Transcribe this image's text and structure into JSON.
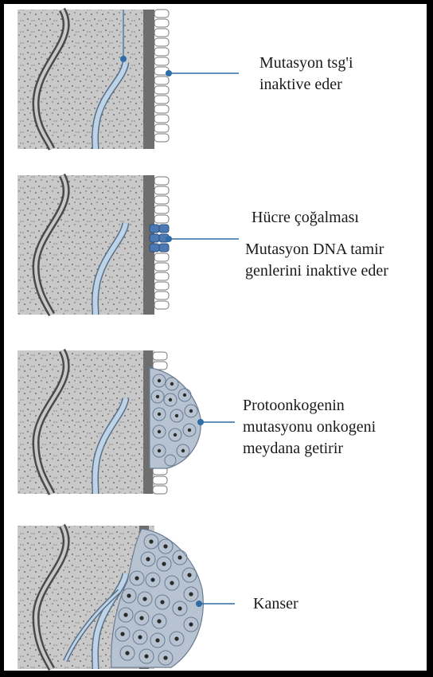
{
  "panels": [
    {
      "id": "stage-1",
      "lines": [
        "Mutasyon tsg'i",
        "inaktive eder"
      ]
    },
    {
      "id": "stage-2",
      "heading": "Hücre çoğalması",
      "lines": [
        "Mutasyon DNA tamir",
        "genlerini inaktive eder"
      ]
    },
    {
      "id": "stage-3",
      "lines": [
        "Protoonkogenin",
        "mutasyonu onkogeni",
        "meydana getirir"
      ]
    },
    {
      "id": "stage-4",
      "lines": [
        "Kanser"
      ]
    }
  ],
  "colors": {
    "tissue": "#c9c9c9",
    "tissue_dots": "#555555",
    "vessel_fill": "#bcd3e8",
    "vessel_stroke": "#5a6f86",
    "nerve": "#4a4a4a",
    "membrane": "#6e6e6e",
    "cell": "#ffffff",
    "mutated_cell": "#4d79b3",
    "tumor": "#b7c3d1",
    "tumor_nucleus": "#2b2b2b",
    "pointer": "#2f6ca8"
  }
}
